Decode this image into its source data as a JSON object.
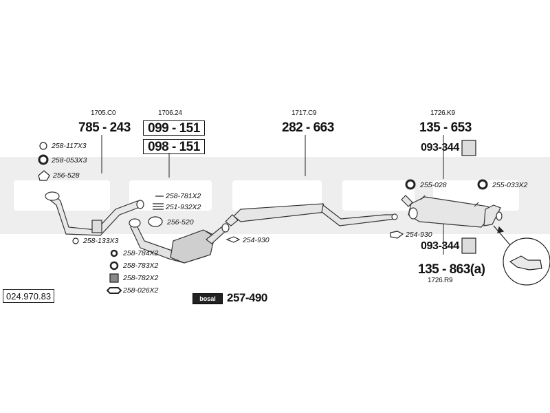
{
  "catalog_number": "024.970.83",
  "brand_badge": "bosal",
  "assembly_kit": "257-490",
  "sections": {
    "front_pipe": {
      "oem": "1705.C0",
      "part": "785 - 243"
    },
    "catalyst": {
      "oem": "1706.24",
      "part_a": "099 - 151",
      "part_b": "098 - 151"
    },
    "middle_silencer": {
      "oem": "1717.C9",
      "part": "282 - 663"
    },
    "rear_silencer": {
      "oem_top": "1726.K9",
      "part_top": "135 - 653",
      "part_bottom": "135 - 863(a)",
      "oem_bottom": "1726.R9"
    }
  },
  "hardware": {
    "h1": "258-117X3",
    "h2": "258-053X3",
    "h3": "256-528",
    "h4": "258-133X3",
    "h5": "258-784X2",
    "h6": "258-783X2",
    "h7": "258-782X2",
    "h8": "258-026X2",
    "h9": "258-781X2",
    "h10": "251-932X2",
    "h11": "256-520",
    "h12": "254-930",
    "h13": "255-028",
    "h14": "255-033X2",
    "h15": "254-930",
    "mount_top": "093-344",
    "mount_bottom": "093-344"
  }
}
